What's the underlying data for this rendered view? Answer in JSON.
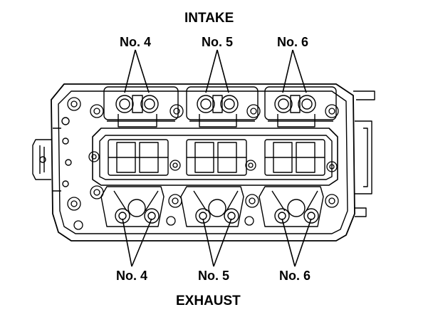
{
  "labels": {
    "intake": "INTAKE",
    "exhaust": "EXHAUST"
  },
  "cylinders": {
    "intake": [
      "No. 4",
      "No. 5",
      "No. 6"
    ],
    "exhaust": [
      "No. 4",
      "No. 5",
      "No. 6"
    ]
  },
  "colors": {
    "ink": "#000000",
    "paper": "#ffffff"
  }
}
